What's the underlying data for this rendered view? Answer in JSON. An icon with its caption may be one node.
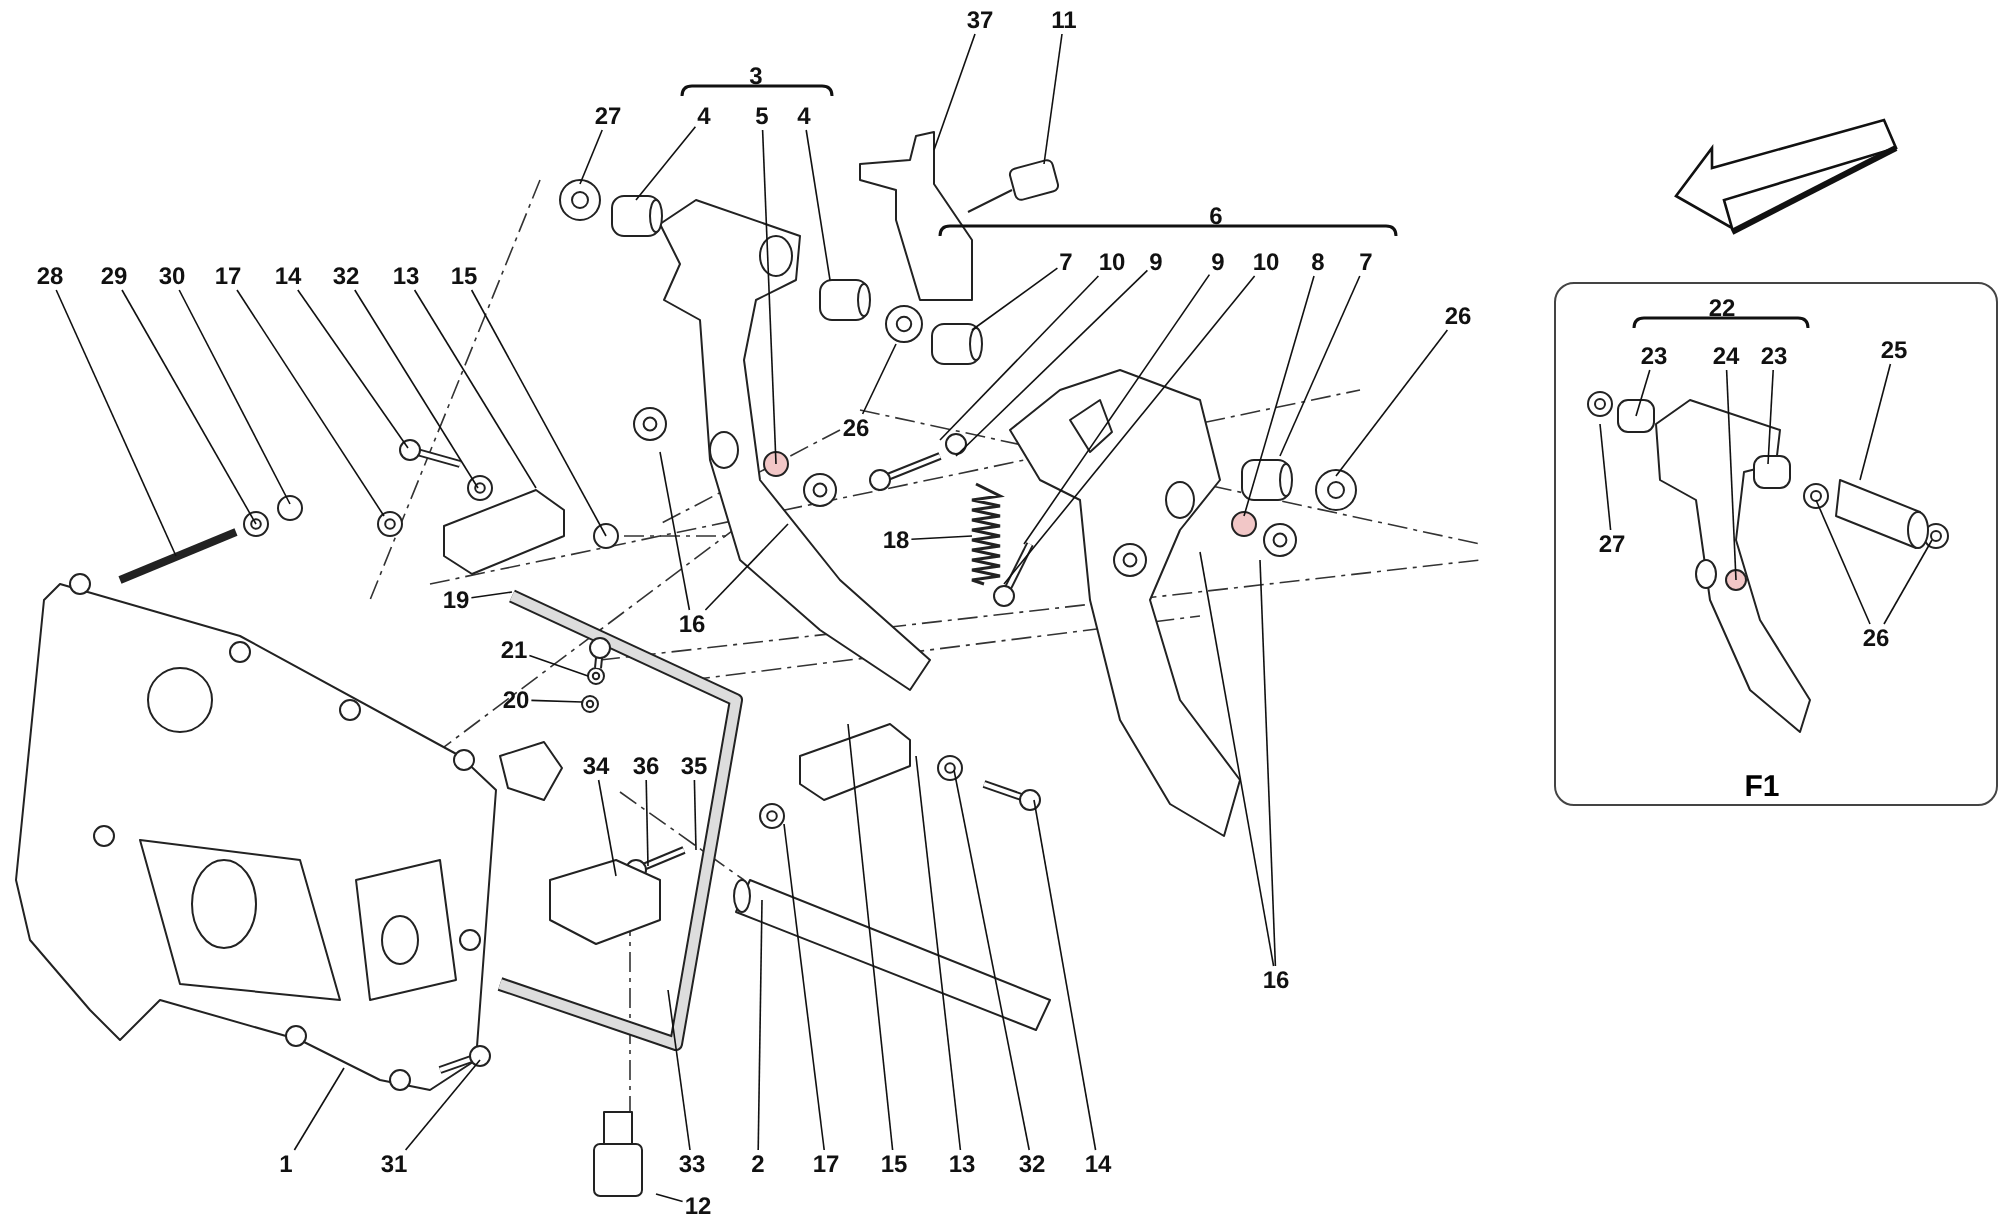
{
  "diagram": {
    "nodes": [
      {
        "text": [
          "37"
        ]
      },
      {
        "text": [
          "11"
        ]
      },
      {
        "text": [
          "3"
        ]
      },
      {
        "text": [
          "27"
        ]
      },
      {
        "text": [
          "4"
        ]
      },
      {
        "text": [
          "5"
        ]
      },
      {
        "text": [
          "4"
        ]
      },
      {
        "text": [
          "6"
        ]
      },
      {
        "text": [
          "7"
        ]
      },
      {
        "text": [
          "10"
        ]
      },
      {
        "text": [
          "9"
        ]
      },
      {
        "text": [
          "9"
        ]
      },
      {
        "text": [
          "10"
        ]
      },
      {
        "text": [
          "8"
        ]
      },
      {
        "text": [
          "7"
        ]
      },
      {
        "text": [
          "28"
        ]
      },
      {
        "text": [
          "29"
        ]
      },
      {
        "text": [
          "30"
        ]
      },
      {
        "text": [
          "17"
        ]
      },
      {
        "text": [
          "14"
        ]
      },
      {
        "text": [
          "32"
        ]
      },
      {
        "text": [
          "13"
        ]
      },
      {
        "text": [
          "15"
        ]
      },
      {
        "text": [
          "26"
        ]
      },
      {
        "text": [
          "26"
        ]
      },
      {
        "text": [
          "18"
        ]
      },
      {
        "text": [
          "16"
        ]
      },
      {
        "text": [
          "19"
        ]
      },
      {
        "text": [
          "21"
        ]
      },
      {
        "text": [
          "20"
        ]
      },
      {
        "text": [
          "34"
        ]
      },
      {
        "text": [
          "36"
        ]
      },
      {
        "text": [
          "35"
        ]
      },
      {
        "text": [
          "16"
        ]
      },
      {
        "text": [
          "1"
        ]
      },
      {
        "text": [
          "31"
        ]
      },
      {
        "text": [
          "33"
        ]
      },
      {
        "text": [
          "2"
        ]
      },
      {
        "text": [
          "17"
        ]
      },
      {
        "text": [
          "15"
        ]
      },
      {
        "text": [
          "13"
        ]
      },
      {
        "text": [
          "32"
        ]
      },
      {
        "text": [
          "14"
        ]
      },
      {
        "text": [
          "12"
        ]
      },
      {
        "text": [
          "F1"
        ]
      },
      {
        "text": [
          "22"
        ],
        "in": 44
      },
      {
        "text": [
          "23"
        ],
        "in": 44
      },
      {
        "text": [
          "24"
        ],
        "in": 44
      },
      {
        "text": [
          "23"
        ],
        "in": 44
      },
      {
        "text": [
          "25"
        ],
        "in": 44
      },
      {
        "text": [
          "27"
        ],
        "in": 44
      },
      {
        "text": [
          "26"
        ],
        "in": 44
      }
    ],
    "edges": [
      {
        "from": 0,
        "to": null,
        "arrow": "none"
      },
      {
        "from": 1,
        "to": null,
        "arrow": "none"
      },
      {
        "from": 3,
        "to": null,
        "arrow": "none"
      },
      {
        "from": 4,
        "to": null,
        "arrow": "none"
      },
      {
        "from": 5,
        "to": null,
        "arrow": "none"
      },
      {
        "from": 6,
        "to": null,
        "arrow": "none"
      },
      {
        "from": 8,
        "to": null,
        "arrow": "none"
      },
      {
        "from": 9,
        "to": null,
        "arrow": "none"
      },
      {
        "from": 10,
        "to": null,
        "arrow": "none"
      },
      {
        "from": 11,
        "to": null,
        "arrow": "none"
      },
      {
        "from": 12,
        "to": null,
        "arrow": "none"
      },
      {
        "from": 13,
        "to": null,
        "arrow": "none"
      },
      {
        "from": 14,
        "to": null,
        "arrow": "none"
      },
      {
        "from": 15,
        "to": null,
        "arrow": "none"
      },
      {
        "from": 16,
        "to": null,
        "arrow": "none"
      },
      {
        "from": 17,
        "to": null,
        "arrow": "none"
      },
      {
        "from": 18,
        "to": null,
        "arrow": "none"
      },
      {
        "from": 19,
        "to": null,
        "arrow": "none"
      },
      {
        "from": 20,
        "to": null,
        "arrow": "none"
      },
      {
        "from": 21,
        "to": null,
        "arrow": "none"
      },
      {
        "from": 22,
        "to": null,
        "arrow": "none"
      },
      {
        "from": 23,
        "to": null,
        "arrow": "none"
      },
      {
        "from": 24,
        "to": null,
        "arrow": "none"
      },
      {
        "from": 25,
        "to": null,
        "arrow": "none"
      },
      {
        "from": 26,
        "to": null,
        "arrow": "none"
      },
      {
        "from": 26,
        "to": null,
        "arrow": "none"
      },
      {
        "from": 27,
        "to": null,
        "arrow": "none"
      },
      {
        "from": 28,
        "to": null,
        "arrow": "none"
      },
      {
        "from": 29,
        "to": null,
        "arrow": "none"
      },
      {
        "from": 30,
        "to": null,
        "arrow": "none"
      },
      {
        "from": 31,
        "to": null,
        "arrow": "none"
      },
      {
        "from": 32,
        "to": null,
        "arrow": "none"
      },
      {
        "from": 33,
        "to": null,
        "arrow": "none"
      },
      {
        "from": 33,
        "to": null,
        "arrow": "none"
      },
      {
        "from": 34,
        "to": null,
        "arrow": "none"
      },
      {
        "from": 35,
        "to": null,
        "arrow": "none"
      },
      {
        "from": 36,
        "to": null,
        "arrow": "none"
      },
      {
        "from": 37,
        "to": null,
        "arrow": "none"
      },
      {
        "from": 38,
        "to": null,
        "arrow": "none"
      },
      {
        "from": 39,
        "to": null,
        "arrow": "none"
      },
      {
        "from": 40,
        "to": null,
        "arrow": "none"
      },
      {
        "from": 41,
        "to": null,
        "arrow": "none"
      },
      {
        "from": 42,
        "to": null,
        "arrow": "none"
      },
      {
        "from": 43,
        "to": null,
        "arrow": "none"
      },
      {
        "from": 46,
        "to": null,
        "arrow": "none"
      },
      {
        "from": 47,
        "to": null,
        "arrow": "none"
      },
      {
        "from": 48,
        "to": null,
        "arrow": "none"
      },
      {
        "from": 49,
        "to": null,
        "arrow": "none"
      },
      {
        "from": 50,
        "to": null,
        "arrow": "none"
      },
      {
        "from": 51,
        "to": null,
        "arrow": "none"
      },
      {
        "from": 51,
        "to": null,
        "arrow": "none"
      }
    ]
  }
}
